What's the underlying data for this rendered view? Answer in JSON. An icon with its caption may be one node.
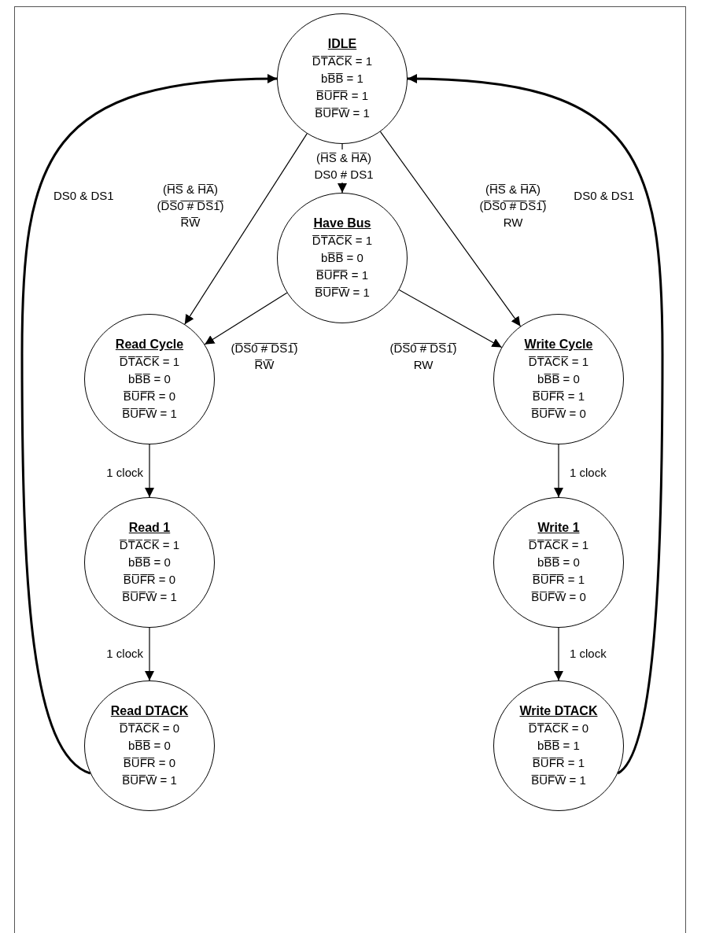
{
  "diagram": {
    "nodes": [
      {
        "text": [
          "IDLE",
          "D̅T̅A̅C̅K̅ = 1",
          "bB̅B̅ = 1",
          "B̅U̅F̅R̅ = 1",
          "B̅U̅F̅W̅ = 1"
        ]
      },
      {
        "text": [
          "Have Bus",
          "D̅T̅A̅C̅K̅ = 1",
          "bB̅B̅ = 0",
          "B̅U̅F̅R̅ = 1",
          "B̅U̅F̅W̅ = 1"
        ]
      },
      {
        "text": [
          "Read Cycle",
          "D̅T̅A̅C̅K̅ = 1",
          "bB̅B̅ = 0",
          "B̅U̅F̅R̅ = 0",
          "B̅U̅F̅W̅ = 1"
        ]
      },
      {
        "text": [
          "Write Cycle",
          "D̅T̅A̅C̅K̅ = 1",
          "bB̅B̅ = 0",
          "B̅U̅F̅R̅ = 1",
          "B̅U̅F̅W̅ = 0"
        ]
      },
      {
        "text": [
          "Read 1",
          "D̅T̅A̅C̅K̅ = 1",
          "bB̅B̅ = 0",
          "B̅U̅F̅R̅ = 0",
          "B̅U̅F̅W̅ = 1"
        ]
      },
      {
        "text": [
          "Write 1",
          "D̅T̅A̅C̅K̅ = 1",
          "bB̅B̅ = 0",
          "B̅U̅F̅R̅ = 1",
          "B̅U̅F̅W̅ = 0"
        ]
      },
      {
        "text": [
          "Read DTACK",
          "D̅T̅A̅C̅K̅ = 0",
          "bB̅B̅ = 0",
          "B̅U̅F̅R̅ = 0",
          "B̅U̅F̅W̅ = 1"
        ]
      },
      {
        "text": [
          "Write DTACK",
          "D̅T̅A̅C̅K̅ = 0",
          "bB̅B̅ = 1",
          "B̅U̅F̅R̅ = 1",
          "B̅U̅F̅W̅ = 1"
        ]
      }
    ],
    "edges": [
      {
        "from": 0,
        "to": 1,
        "arrow": "to",
        "label": "(H̅S̅ & H̅A̅) DS0 # DS1"
      },
      {
        "from": 0,
        "to": 2,
        "arrow": "to",
        "label": "(H̅S̅ & H̅A̅) (D̅S̅0̅ ̅#̅ ̅D̅S̅1̅) R̅W̅"
      },
      {
        "from": 0,
        "to": 3,
        "arrow": "to",
        "label": "(H̅S̅ & H̅A̅) (D̅S̅0̅ ̅#̅ ̅D̅S̅1̅) RW"
      },
      {
        "from": 1,
        "to": 2,
        "arrow": "to",
        "label": "(D̅S̅0̅ ̅#̅ ̅D̅S̅1̅) R̅W̅"
      },
      {
        "from": 1,
        "to": 3,
        "arrow": "to",
        "label": "(D̅S̅0̅ ̅#̅ ̅D̅S̅1̅) RW"
      },
      {
        "from": 2,
        "to": 4,
        "arrow": "to",
        "label": "1 clock"
      },
      {
        "from": 4,
        "to": 6,
        "arrow": "to",
        "label": "1 clock"
      },
      {
        "from": 3,
        "to": 5,
        "arrow": "to",
        "label": "1 clock"
      },
      {
        "from": 5,
        "to": 7,
        "arrow": "to",
        "label": "1 clock"
      },
      {
        "from": 6,
        "to": 0,
        "arrow": "to",
        "label": "DS0 & DS1",
        "style": "thick"
      },
      {
        "from": 7,
        "to": 0,
        "arrow": "to",
        "label": "DS0 & DS1",
        "style": "thick"
      }
    ]
  }
}
